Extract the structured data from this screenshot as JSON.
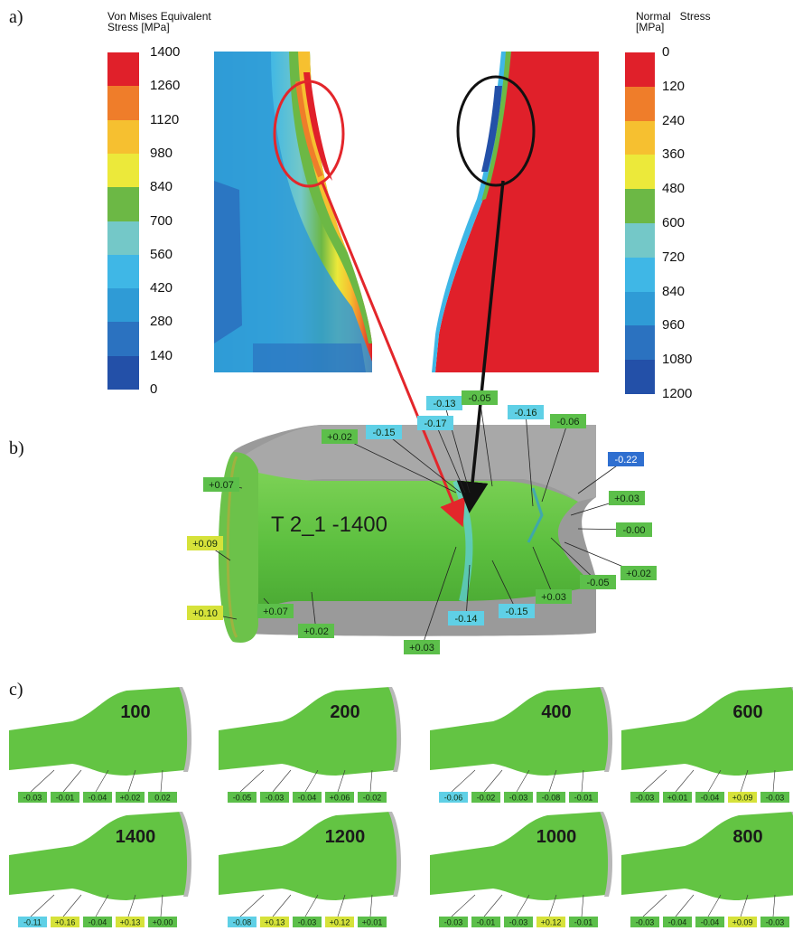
{
  "panel_labels": {
    "a": "a)",
    "b": "b)",
    "c": "c)"
  },
  "left_legend": {
    "title_line1": "Von Mises Equivalent",
    "title_line2": "Stress [MPa]",
    "ticks": [
      "1400",
      "1260",
      "1120",
      "980",
      "840",
      "700",
      "560",
      "420",
      "280",
      "140",
      "0"
    ],
    "colors": [
      "#e0202a",
      "#ef7d2a",
      "#f6c030",
      "#ece93a",
      "#6cb845",
      "#74c8c8",
      "#3fb7e6",
      "#2f9bd6",
      "#2b72c0",
      "#2350a8"
    ]
  },
  "right_legend": {
    "title_line1": "Normal   Stress",
    "title_line2": "[MPa]",
    "ticks": [
      "0",
      "120",
      "240",
      "360",
      "480",
      "600",
      "720",
      "840",
      "960",
      "1080",
      "1200"
    ],
    "colors": [
      "#e0202a",
      "#ef7d2a",
      "#f6c030",
      "#ece93a",
      "#6cb845",
      "#74c8c8",
      "#3fb7e6",
      "#2f9bd6",
      "#2b72c0",
      "#2350a8"
    ]
  },
  "specimen_b": {
    "title": "T 2_1 -1400",
    "labels": [
      {
        "t": "+0.07",
        "c": "green"
      },
      {
        "t": "+0.09",
        "c": "yellow"
      },
      {
        "t": "+0.10",
        "c": "yellow"
      },
      {
        "t": "+0.07",
        "c": "green"
      },
      {
        "t": "+0.02",
        "c": "green"
      },
      {
        "t": "+0.03",
        "c": "green"
      },
      {
        "t": "+0.02",
        "c": "green"
      },
      {
        "t": "-0.15",
        "c": "cyan"
      },
      {
        "t": "-0.17",
        "c": "cyan"
      },
      {
        "t": "-0.13",
        "c": "cyan"
      },
      {
        "t": "-0.05",
        "c": "green"
      },
      {
        "t": "-0.16",
        "c": "cyan"
      },
      {
        "t": "-0.06",
        "c": "green"
      },
      {
        "t": "-0.22",
        "c": "blue"
      },
      {
        "t": "+0.03",
        "c": "green"
      },
      {
        "t": "-0.00",
        "c": "green"
      },
      {
        "t": "+0.02",
        "c": "green"
      },
      {
        "t": "-0.05",
        "c": "green"
      },
      {
        "t": "+0.03",
        "c": "green"
      },
      {
        "t": "-0.15",
        "c": "cyan"
      },
      {
        "t": "-0.14",
        "c": "cyan"
      }
    ]
  },
  "specimens_c": [
    {
      "num": "100",
      "labels": [
        {
          "t": "-0.03",
          "c": "green"
        },
        {
          "t": "-0.01",
          "c": "green"
        },
        {
          "t": "-0.04",
          "c": "green"
        },
        {
          "t": "+0.02",
          "c": "green"
        },
        {
          "t": "0.02",
          "c": "green"
        }
      ]
    },
    {
      "num": "200",
      "labels": [
        {
          "t": "-0.05",
          "c": "green"
        },
        {
          "t": "-0.03",
          "c": "green"
        },
        {
          "t": "-0.04",
          "c": "green"
        },
        {
          "t": "+0.06",
          "c": "green"
        },
        {
          "t": "-0.02",
          "c": "green"
        }
      ]
    },
    {
      "num": "400",
      "labels": [
        {
          "t": "-0.06",
          "c": "cyan"
        },
        {
          "t": "-0.02",
          "c": "green"
        },
        {
          "t": "-0.03",
          "c": "green"
        },
        {
          "t": "-0.08",
          "c": "green"
        },
        {
          "t": "-0.01",
          "c": "green"
        }
      ]
    },
    {
      "num": "600",
      "labels": [
        {
          "t": "-0.03",
          "c": "green"
        },
        {
          "t": "+0.01",
          "c": "green"
        },
        {
          "t": "-0.04",
          "c": "green"
        },
        {
          "t": "+0.09",
          "c": "yellow"
        },
        {
          "t": "-0.03",
          "c": "green"
        }
      ]
    },
    {
      "num": "1400",
      "labels": [
        {
          "t": "-0.11",
          "c": "cyan"
        },
        {
          "t": "+0.16",
          "c": "yellow"
        },
        {
          "t": "-0.04",
          "c": "green"
        },
        {
          "t": "+0.13",
          "c": "yellow"
        },
        {
          "t": "+0.00",
          "c": "green"
        }
      ]
    },
    {
      "num": "1200",
      "labels": [
        {
          "t": "-0.08",
          "c": "cyan"
        },
        {
          "t": "+0.13",
          "c": "yellow"
        },
        {
          "t": "-0.03",
          "c": "green"
        },
        {
          "t": "+0.12",
          "c": "yellow"
        },
        {
          "t": "+0.01",
          "c": "green"
        }
      ]
    },
    {
      "num": "1000",
      "labels": [
        {
          "t": "-0.03",
          "c": "green"
        },
        {
          "t": "-0.01",
          "c": "green"
        },
        {
          "t": "-0.03",
          "c": "green"
        },
        {
          "t": "+0.12",
          "c": "yellow"
        },
        {
          "t": "-0.01",
          "c": "green"
        }
      ]
    },
    {
      "num": "800",
      "labels": [
        {
          "t": "-0.03",
          "c": "green"
        },
        {
          "t": "-0.04",
          "c": "green"
        },
        {
          "t": "-0.04",
          "c": "green"
        },
        {
          "t": "+0.09",
          "c": "yellow"
        },
        {
          "t": "-0.03",
          "c": "green"
        }
      ]
    }
  ],
  "label_colors": {
    "green": "#5cbf4a",
    "yellow": "#d6e23a",
    "cyan": "#5fd0e6",
    "blue": "#2f6fd0"
  }
}
